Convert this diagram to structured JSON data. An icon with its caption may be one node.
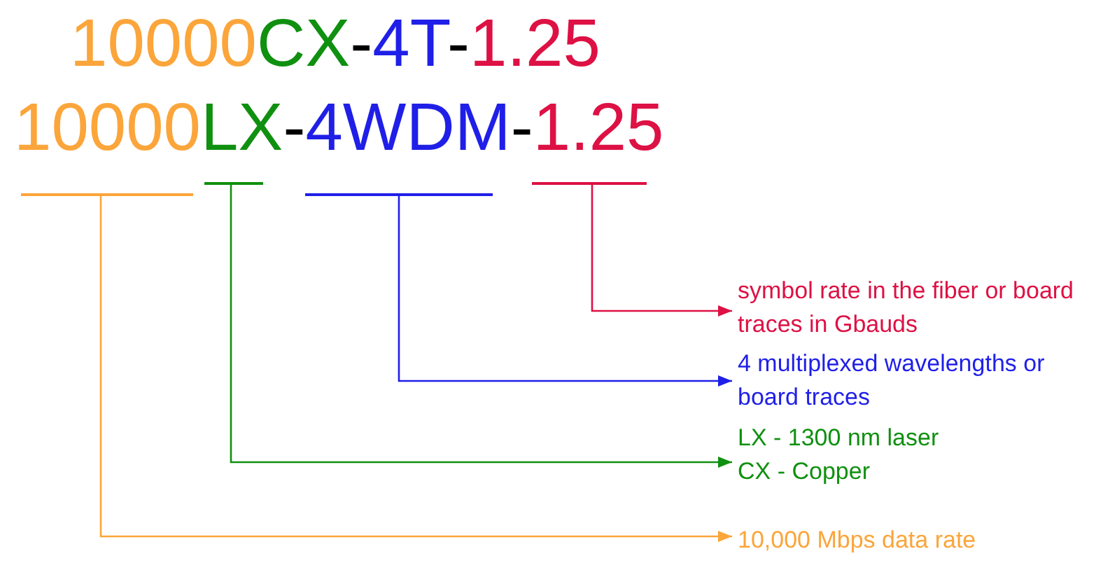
{
  "diagram": {
    "nodes": [
      {
        "text": [],
        "shape": "bar"
      },
      {
        "text": [],
        "shape": "bar"
      },
      {
        "text": [],
        "shape": "bar"
      },
      {
        "text": [],
        "shape": "bar"
      },
      {
        "text": [
          "symbol rate in the fiber or board traces in Gbauds"
        ]
      },
      {
        "text": [
          "4 multiplexed wavelengths or board traces"
        ]
      },
      {
        "text": [
          "LX - 1300 nm laser",
          "CX - Copper"
        ]
      },
      {
        "text": [
          "10,000 Mbps data rate"
        ]
      }
    ],
    "edges": [
      {
        "from": 3,
        "to": 4,
        "arrow": "to",
        "color": "#dd1144"
      },
      {
        "from": 2,
        "to": 5,
        "arrow": "to",
        "color": "#1f1fe8"
      },
      {
        "from": 1,
        "to": 6,
        "arrow": "to",
        "color": "#109010"
      },
      {
        "from": 0,
        "to": 7,
        "arrow": "to",
        "color": "#fba53a"
      }
    ],
    "labels": [
      "10000",
      "CX",
      "-",
      "4T",
      "-",
      "1.25",
      "10000",
      "LX",
      "-",
      "4WDM",
      "-",
      "1.25"
    ]
  }
}
